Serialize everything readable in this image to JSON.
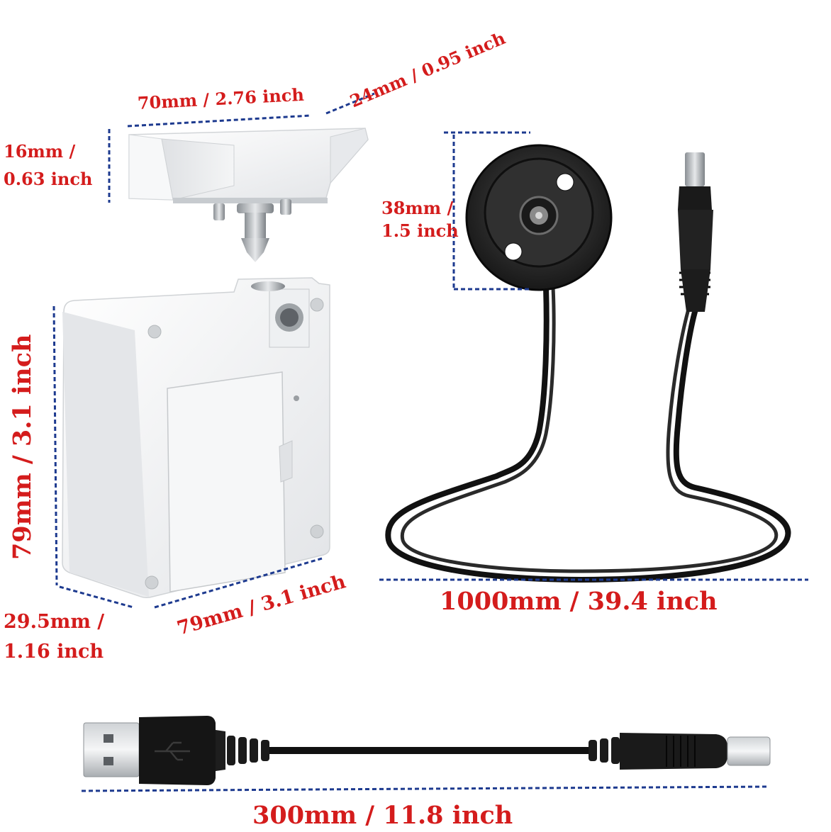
{
  "colors": {
    "label": "#d41c1c",
    "dimension_line": "#1d3a8f",
    "plastic": "#f1f2f4",
    "cable": "#111111",
    "metal": "#b8bcc0"
  },
  "labels": {
    "bracket_length": "70mm / 2.76 inch",
    "bracket_depth": "24mm / 0.95 inch",
    "bracket_height_line1": "16mm /",
    "bracket_height_line2": "0.63 inch",
    "sensor_diameter_line1": "38mm /",
    "sensor_diameter_line2": "1.5 inch",
    "box_height": "79mm / 3.1 inch",
    "box_width": "79mm / 3.1 inch",
    "box_depth_line1": "29.5mm /",
    "box_depth_line2": "1.16 inch",
    "sensor_cable_length": "1000mm / 39.4 inch",
    "usb_cable_length": "300mm / 11.8 inch"
  },
  "icons": {
    "usb": "usb-icon"
  }
}
